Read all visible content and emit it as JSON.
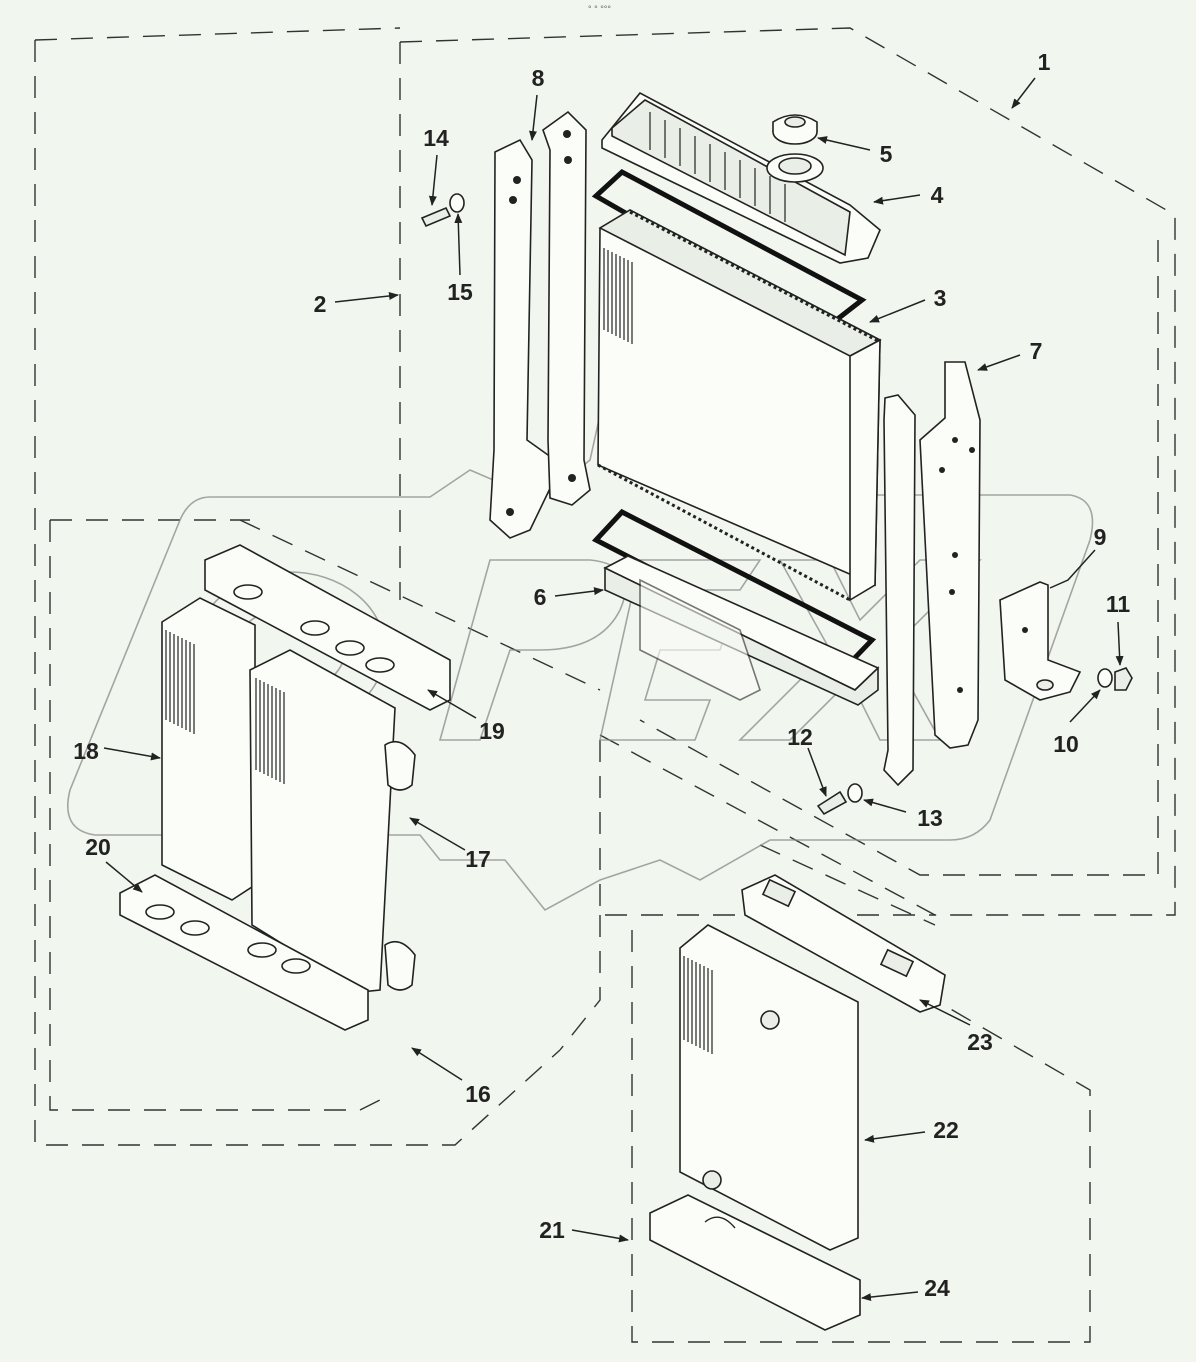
{
  "header_text": "° ° °°°",
  "watermark": "OPEX",
  "callouts": [
    {
      "id": "c1",
      "label": "1"
    },
    {
      "id": "c2",
      "label": "2"
    },
    {
      "id": "c3",
      "label": "3"
    },
    {
      "id": "c4",
      "label": "4"
    },
    {
      "id": "c5",
      "label": "5"
    },
    {
      "id": "c6",
      "label": "6"
    },
    {
      "id": "c7",
      "label": "7"
    },
    {
      "id": "c8",
      "label": "8"
    },
    {
      "id": "c9",
      "label": "9"
    },
    {
      "id": "c10",
      "label": "10"
    },
    {
      "id": "c11",
      "label": "11"
    },
    {
      "id": "c12",
      "label": "12"
    },
    {
      "id": "c13",
      "label": "13"
    },
    {
      "id": "c14",
      "label": "14"
    },
    {
      "id": "c15",
      "label": "15"
    },
    {
      "id": "c16",
      "label": "16"
    },
    {
      "id": "c17",
      "label": "17"
    },
    {
      "id": "c18",
      "label": "18"
    },
    {
      "id": "c19",
      "label": "19"
    },
    {
      "id": "c20",
      "label": "20"
    },
    {
      "id": "c21",
      "label": "21"
    },
    {
      "id": "c22",
      "label": "22"
    },
    {
      "id": "c23",
      "label": "23"
    },
    {
      "id": "c24",
      "label": "24"
    }
  ],
  "colors": {
    "background": "#f1f7ee",
    "line": "#222222",
    "watermark": "#8a8a8a"
  }
}
